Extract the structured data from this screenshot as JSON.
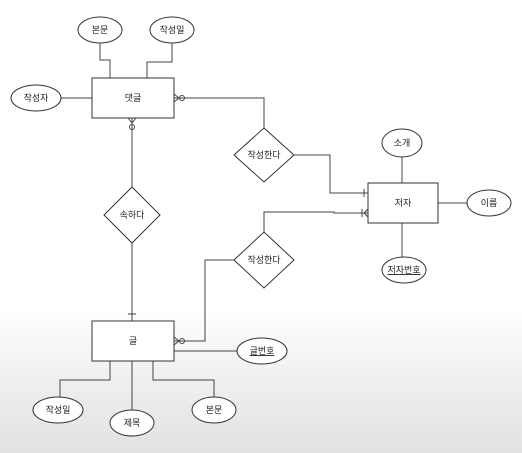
{
  "entities": {
    "comment": "댓글",
    "post": "글",
    "author": "저자"
  },
  "relationships": {
    "writes_comment": "작성한다",
    "belongs": "속하다",
    "writes_post": "작성한다"
  },
  "attributes": {
    "comment_body": "본문",
    "comment_date": "작성일",
    "comment_writer": "작성자",
    "author_intro": "소개",
    "author_name": "이름",
    "author_id": "저자번호",
    "post_id": "글번호",
    "post_date": "작성일",
    "post_title": "제목",
    "post_body": "본문"
  }
}
